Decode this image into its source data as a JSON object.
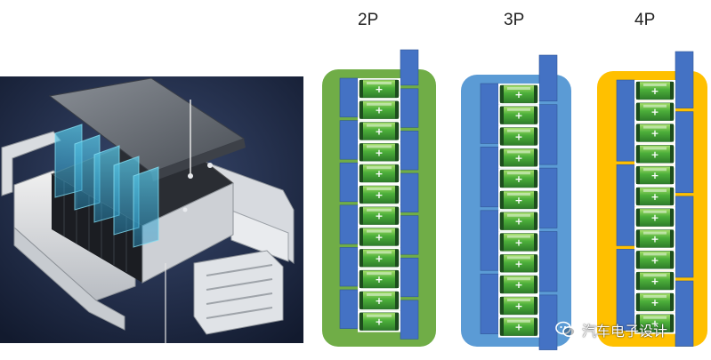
{
  "configs": [
    {
      "label": "2P",
      "bg": "#70ad47",
      "cells": 12,
      "parallel": 2
    },
    {
      "label": "3P",
      "bg": "#5b9bd5",
      "cells": 12,
      "parallel": 3
    },
    {
      "label": "4P",
      "bg": "#ffc000",
      "cells": 12,
      "parallel": 4
    }
  ],
  "colors": {
    "busbar": "#4472c4",
    "cell": "#5cb85c",
    "photo_bg": "#1a2540"
  },
  "watermark": {
    "text": "汽车电子设计",
    "icon": "wechat-icon"
  }
}
